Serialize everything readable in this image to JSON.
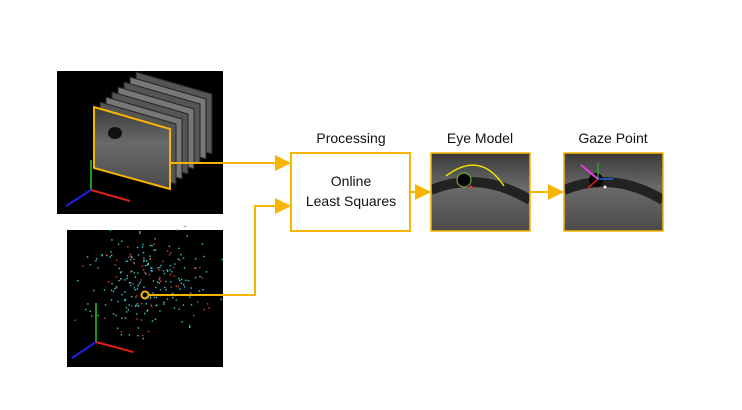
{
  "stages": {
    "processing_title": "Processing",
    "processing_line1": "Online",
    "processing_line2": "Least Squares",
    "eye_model_title": "Eye Model",
    "gaze_point_title": "Gaze Point"
  },
  "colors": {
    "accent": "#F5B400",
    "axis_x": "#E0201A",
    "axis_y": "#1A9A1A",
    "axis_z": "#2020E0",
    "point_cyan": "#3BC8C8",
    "point_red": "#D04A2A",
    "gaze_vector": "#E040E0"
  }
}
